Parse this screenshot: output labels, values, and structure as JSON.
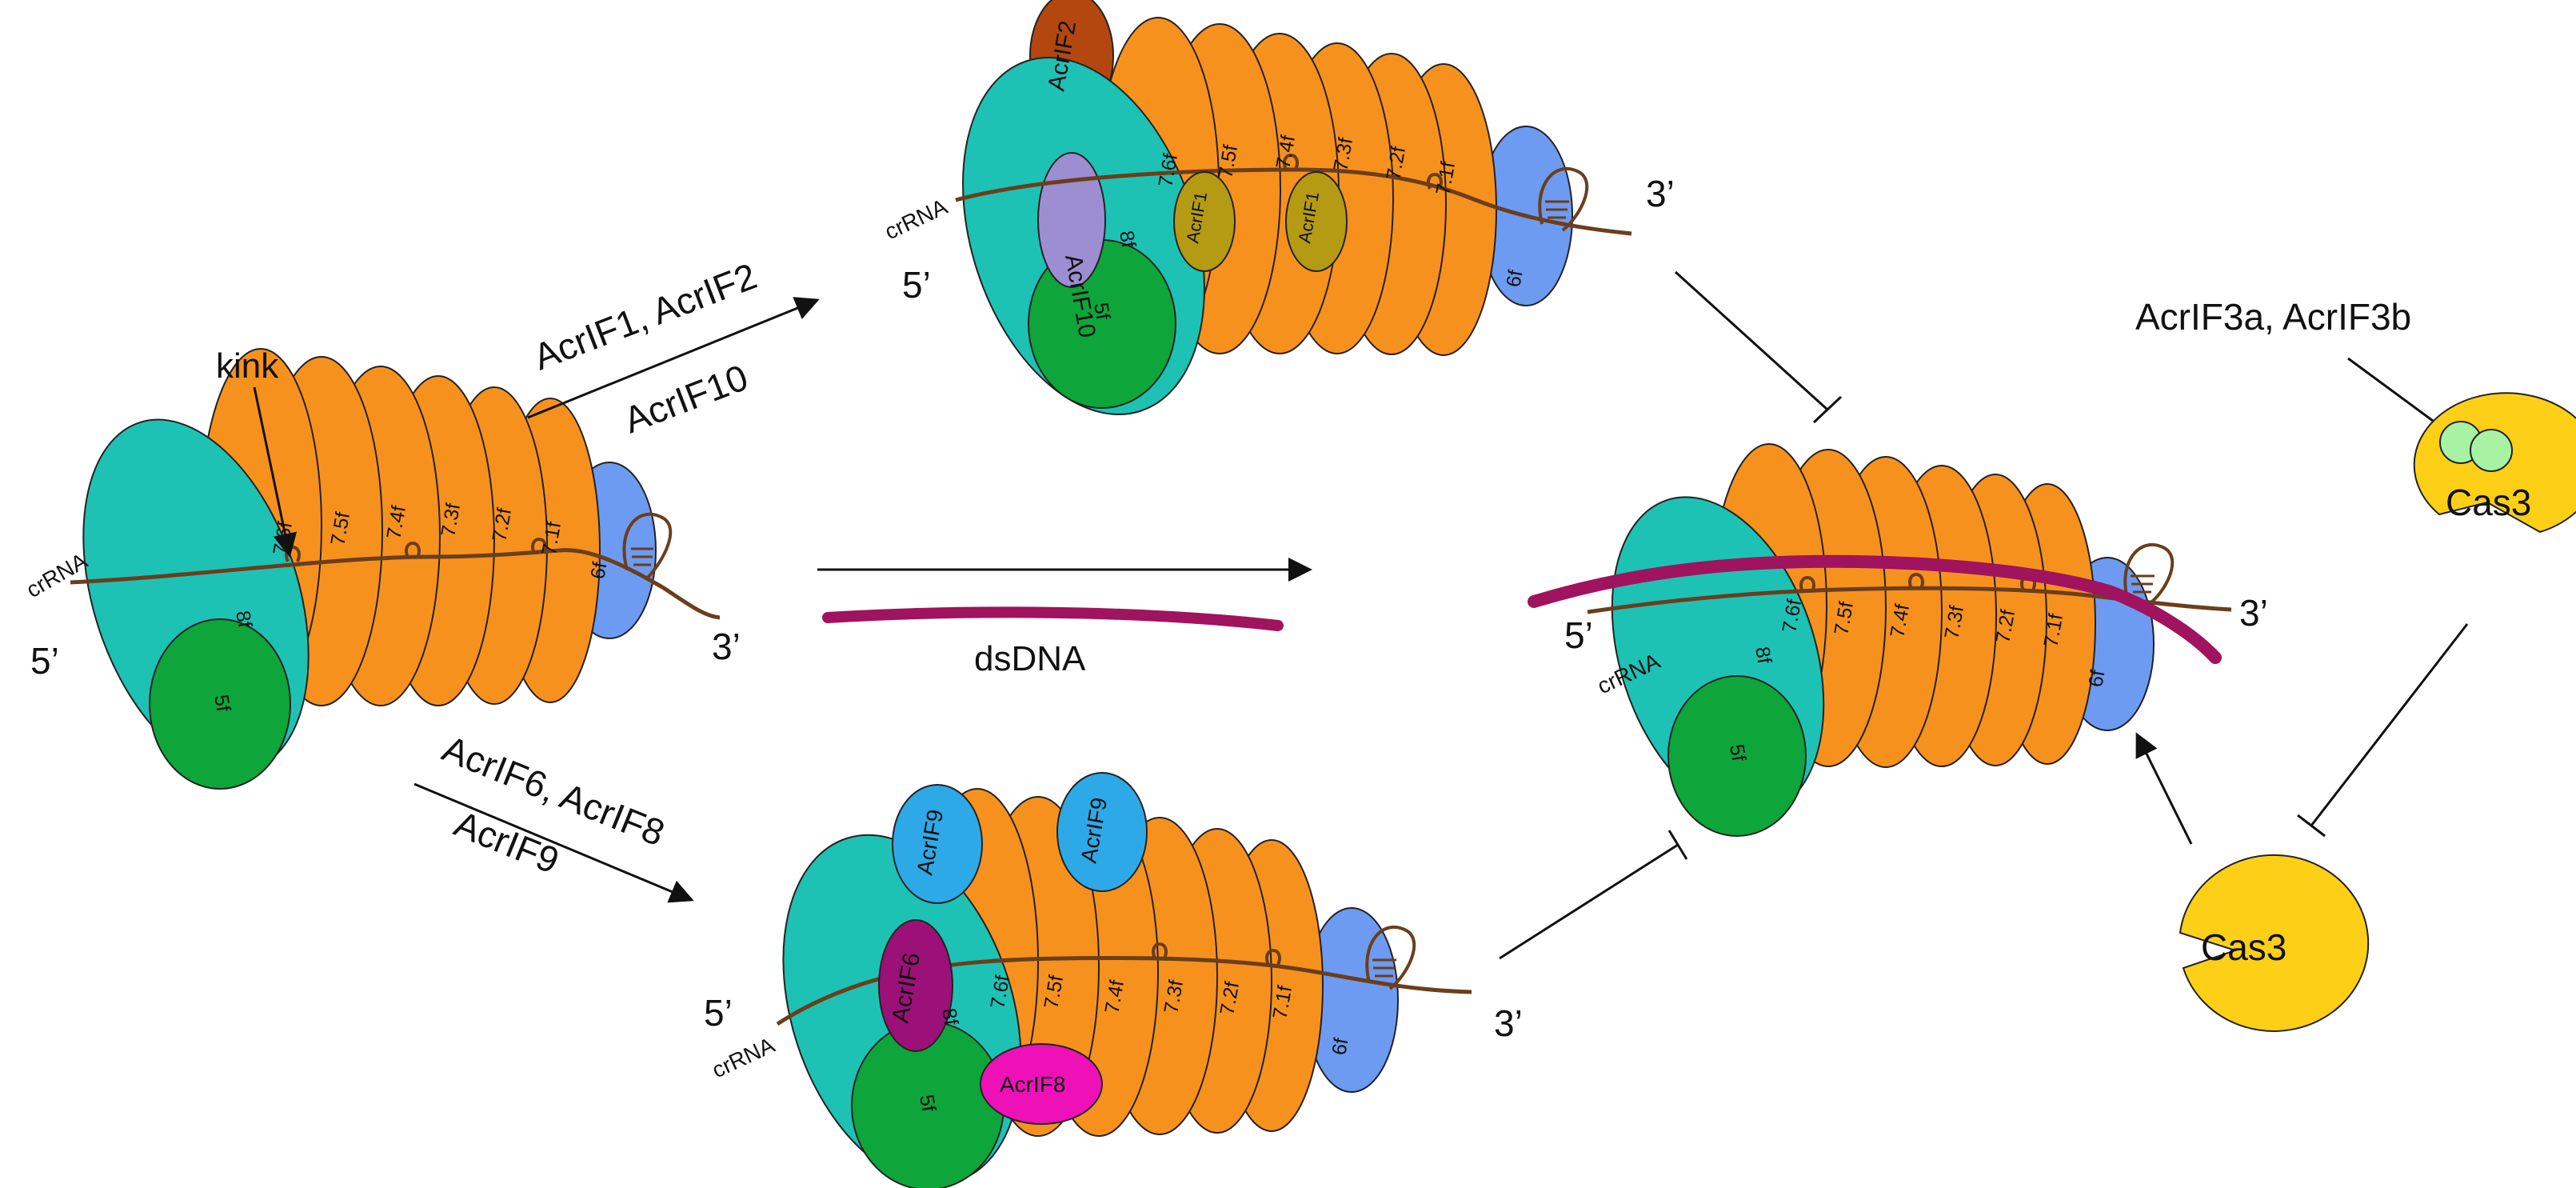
{
  "title": "",
  "labels": {
    "kink": "kink",
    "crrna": "crRNA",
    "five_prime": "5’",
    "three_prime": "3’",
    "dsdna": "dsDNA",
    "top_route": [
      "AcrIF1, AcrIF2",
      "AcrIF10"
    ],
    "bottom_route": [
      "AcrIF6, AcrIF8",
      "AcrIF9"
    ],
    "cas3_inhibitors": "AcrIF3a, AcrIF3b",
    "cas3": "Cas3"
  },
  "subunits": {
    "cas8f": "8f",
    "cas5f": "5f",
    "cas6f": "6f",
    "cas7f": [
      "7.6f",
      "7.5f",
      "7.4f",
      "7.3f",
      "7.2f",
      "7.1f"
    ]
  },
  "anti_crispr": {
    "acrif1": "AcrIF1",
    "acrif2": "AcrIF2",
    "acrif6": "AcrIF6",
    "acrif8": "AcrIF8",
    "acrif9": "AcrIF9",
    "acrif10": "AcrIF10"
  },
  "colors": {
    "cas8f": "#1ec2b4",
    "cas5f": "#0ea53a",
    "cas7f": "#f7911e",
    "cas6f": "#6d9bf1",
    "crrna": "#6b3e1c",
    "dsdna": "#a0135e",
    "cas3": "#fdd017",
    "acrif3": "#a8f2a3",
    "acrif1": "#b59a14",
    "acrif2": "#b3470f",
    "acrif10": "#9d8ed2",
    "acrif9": "#2ea9e8",
    "acrif6": "#9c1177",
    "acrif8": "#ee11b8"
  }
}
